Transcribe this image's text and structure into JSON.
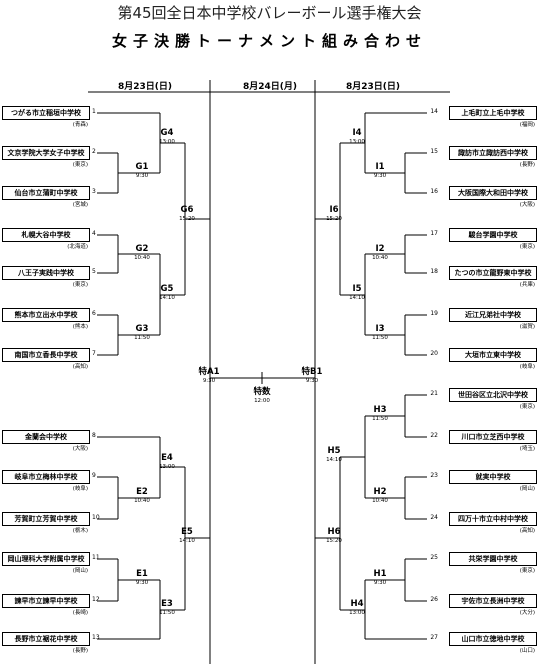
{
  "title": "第45回全日本中学校バレーボール選手権大会",
  "subtitle": "女子決勝トーナメント組み合わせ",
  "dates": {
    "left": "8月23日(日)",
    "center": "8月24日(月)",
    "right": "8月23日(日)"
  },
  "left_teams": [
    {
      "num": "1",
      "name": "つがる市立稲垣中学校",
      "region": "(青森)"
    },
    {
      "num": "2",
      "name": "文京学院大学女子中学校",
      "region": "(東京)"
    },
    {
      "num": "3",
      "name": "仙台市立蒲町中学校",
      "region": "(宮城)"
    },
    {
      "num": "4",
      "name": "札幌大谷中学校",
      "region": "(北海道)"
    },
    {
      "num": "5",
      "name": "八王子実践中学校",
      "region": "(東京)"
    },
    {
      "num": "6",
      "name": "熊本市立出水中学校",
      "region": "(熊本)"
    },
    {
      "num": "7",
      "name": "南国市立香長中学校",
      "region": "(高知)"
    },
    {
      "num": "8",
      "name": "金蘭会中学校",
      "region": "(大阪)"
    },
    {
      "num": "9",
      "name": "岐阜市立梅林中学校",
      "region": "(岐阜)"
    },
    {
      "num": "10",
      "name": "芳賀町立芳賀中学校",
      "region": "(栃木)"
    },
    {
      "num": "11",
      "name": "岡山理科大学附属中学校",
      "region": "(岡山)"
    },
    {
      "num": "12",
      "name": "諫早市立諫早中学校",
      "region": "(長崎)"
    },
    {
      "num": "13",
      "name": "長野市立裾花中学校",
      "region": "(長野)"
    }
  ],
  "right_teams": [
    {
      "num": "14",
      "name": "上毛町立上毛中学校",
      "region": "(福岡)"
    },
    {
      "num": "15",
      "name": "諏訪市立諏訪西中学校",
      "region": "(長野)"
    },
    {
      "num": "16",
      "name": "大阪国際大和田中学校",
      "region": "(大阪)"
    },
    {
      "num": "17",
      "name": "駿台学園中学校",
      "region": "(東京)"
    },
    {
      "num": "18",
      "name": "たつの市立龍野東中学校",
      "region": "(兵庫)"
    },
    {
      "num": "19",
      "name": "近江兄弟社中学校",
      "region": "(滋賀)"
    },
    {
      "num": "20",
      "name": "大垣市立東中学校",
      "region": "(岐阜)"
    },
    {
      "num": "21",
      "name": "世田谷区立北沢中学校",
      "region": "(東京)"
    },
    {
      "num": "22",
      "name": "川口市立芝西中学校",
      "region": "(埼玉)"
    },
    {
      "num": "23",
      "name": "就実中学校",
      "region": "(岡山)"
    },
    {
      "num": "24",
      "name": "四万十市立中村中学校",
      "region": "(高知)"
    },
    {
      "num": "25",
      "name": "共栄学園中学校",
      "region": "(東京)"
    },
    {
      "num": "26",
      "name": "宇佐市立長洲中学校",
      "region": "(大分)"
    },
    {
      "num": "27",
      "name": "山口市立徳地中学校",
      "region": "(山口)"
    }
  ],
  "matches": {
    "G1": {
      "label": "G1",
      "time": "9:30"
    },
    "G2": {
      "label": "G2",
      "time": "10:40"
    },
    "G3": {
      "label": "G3",
      "time": "11:50"
    },
    "G4": {
      "label": "G4",
      "time": "13:00"
    },
    "G5": {
      "label": "G5",
      "time": "14:10"
    },
    "G6": {
      "label": "G6",
      "time": "15:20"
    },
    "E1": {
      "label": "E1",
      "time": "9:30"
    },
    "E2": {
      "label": "E2",
      "time": "10:40"
    },
    "E3": {
      "label": "E3",
      "time": "11:50"
    },
    "E4": {
      "label": "E4",
      "time": "13:00"
    },
    "E5": {
      "label": "E5",
      "time": "14:10"
    },
    "I1": {
      "label": "I1",
      "time": "9:30"
    },
    "I2": {
      "label": "I2",
      "time": "10:40"
    },
    "I3": {
      "label": "I3",
      "time": "11:50"
    },
    "I4": {
      "label": "I4",
      "time": "13:00"
    },
    "I5": {
      "label": "I5",
      "time": "14:10"
    },
    "I6": {
      "label": "I6",
      "time": "15:20"
    },
    "H1": {
      "label": "H1",
      "time": "9:30"
    },
    "H2": {
      "label": "H2",
      "time": "10:40"
    },
    "H3": {
      "label": "H3",
      "time": "11:50"
    },
    "H4": {
      "label": "H4",
      "time": "13:00"
    },
    "H5": {
      "label": "H5",
      "time": "14:10"
    },
    "H6": {
      "label": "H6",
      "time": "15:20"
    },
    "SA1": {
      "label": "特A1",
      "time": "9:30"
    },
    "SB1": {
      "label": "特B1",
      "time": "9:30"
    },
    "SP": {
      "label": "特数",
      "time": "12:00"
    }
  }
}
